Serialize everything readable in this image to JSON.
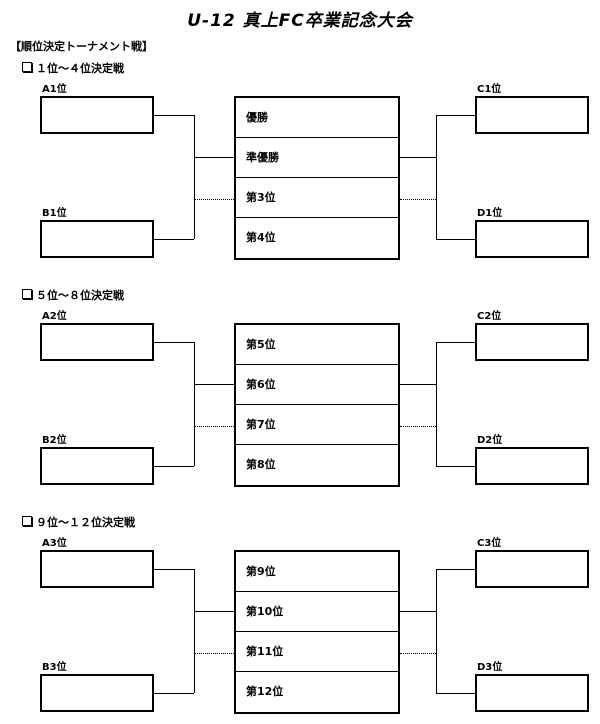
{
  "title": "U-12 真上FC卒業記念大会",
  "section_label": "【順位決定トーナメント戦】",
  "brackets": [
    {
      "heading": "１位～４位決定戦",
      "left_top": "A1位",
      "left_bottom": "B1位",
      "right_top": "C1位",
      "right_bottom": "D1位",
      "ranks": [
        "優勝",
        "準優勝",
        "第3位",
        "第4位"
      ]
    },
    {
      "heading": "５位～８位決定戦",
      "left_top": "A2位",
      "left_bottom": "B2位",
      "right_top": "C2位",
      "right_bottom": "D2位",
      "ranks": [
        "第5位",
        "第6位",
        "第7位",
        "第8位"
      ]
    },
    {
      "heading": "９位～１２位決定戦",
      "left_top": "A3位",
      "left_bottom": "B3位",
      "right_top": "C3位",
      "right_bottom": "D3位",
      "ranks": [
        "第9位",
        "第10位",
        "第11位",
        "第12位"
      ]
    }
  ]
}
